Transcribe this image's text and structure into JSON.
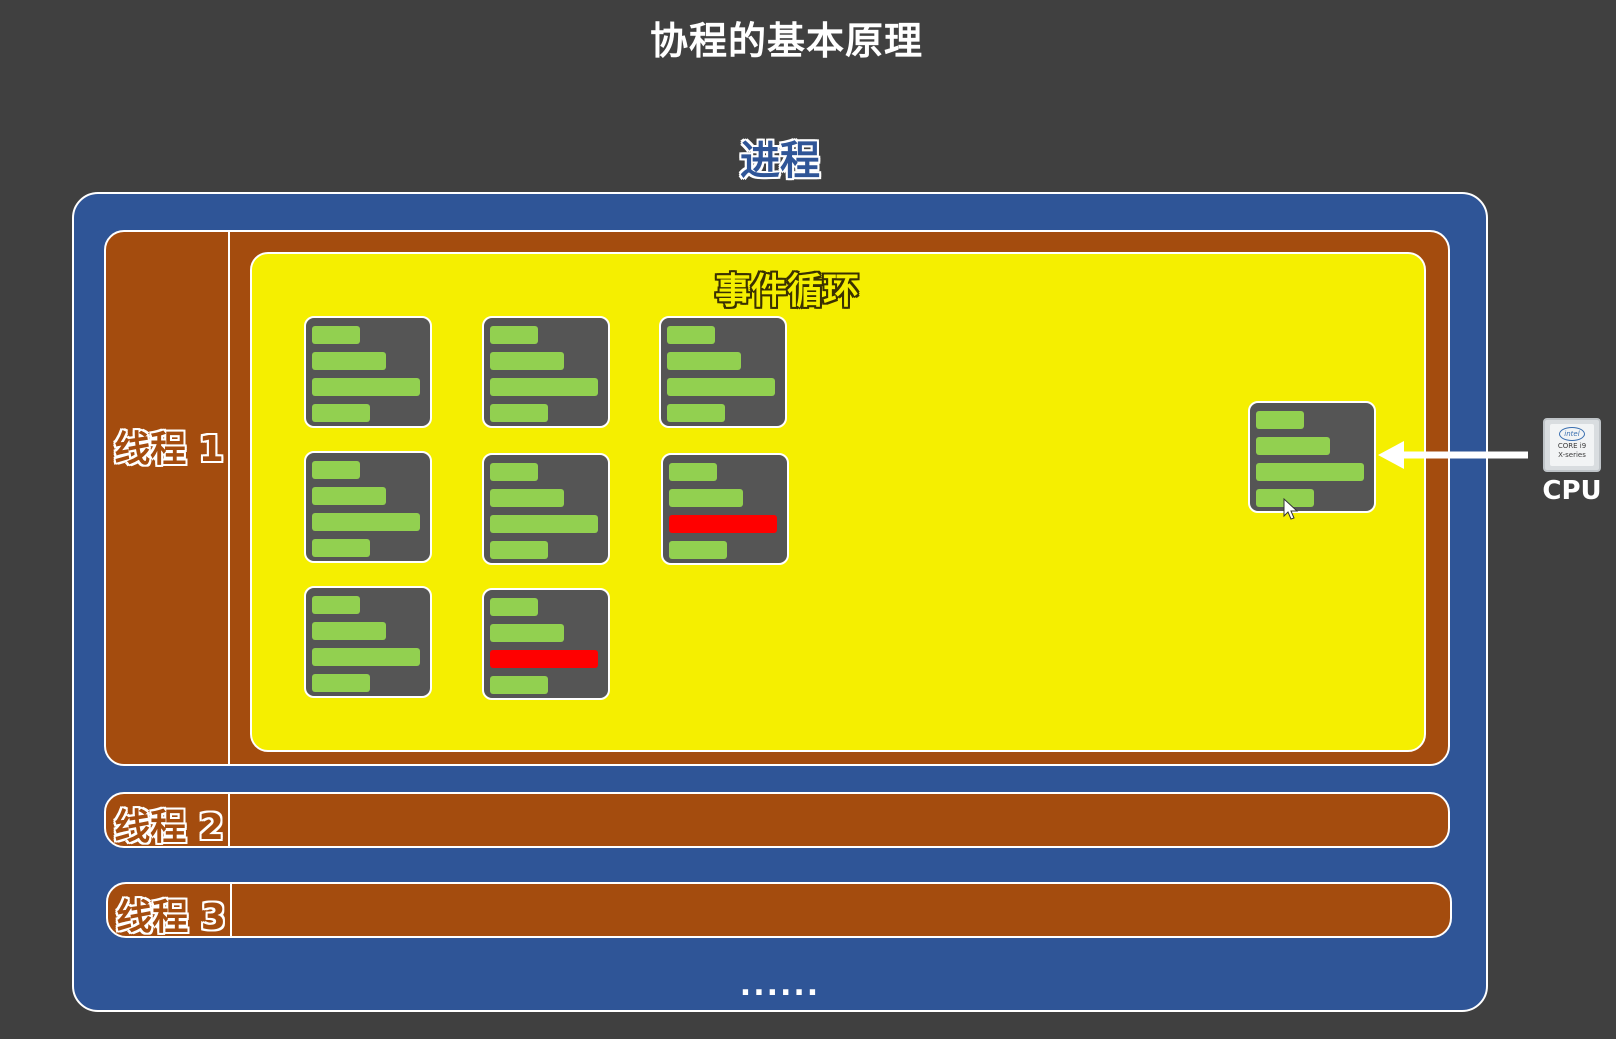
{
  "title": "协程的基本原理",
  "process": {
    "label": "进程",
    "ellipsis": "......"
  },
  "threads": [
    {
      "label": "线程 1"
    },
    {
      "label": "线程 2"
    },
    {
      "label": "线程 3"
    }
  ],
  "event_loop": {
    "label": "事件循环"
  },
  "cpu": {
    "label": "CPU",
    "chip_brand": "intel",
    "chip_model": "CORE i9",
    "chip_series": "X-series"
  },
  "colors": {
    "background": "#404040",
    "process": "#2f5597",
    "thread": "#a44c0e",
    "event_loop": "#f5ef00",
    "task": "#555555",
    "task_bar": "#92d050",
    "task_bar_blocked": "#ff0000"
  },
  "icons": [
    "cpu-chip-icon",
    "arrow-left-icon",
    "mouse-cursor-icon"
  ]
}
